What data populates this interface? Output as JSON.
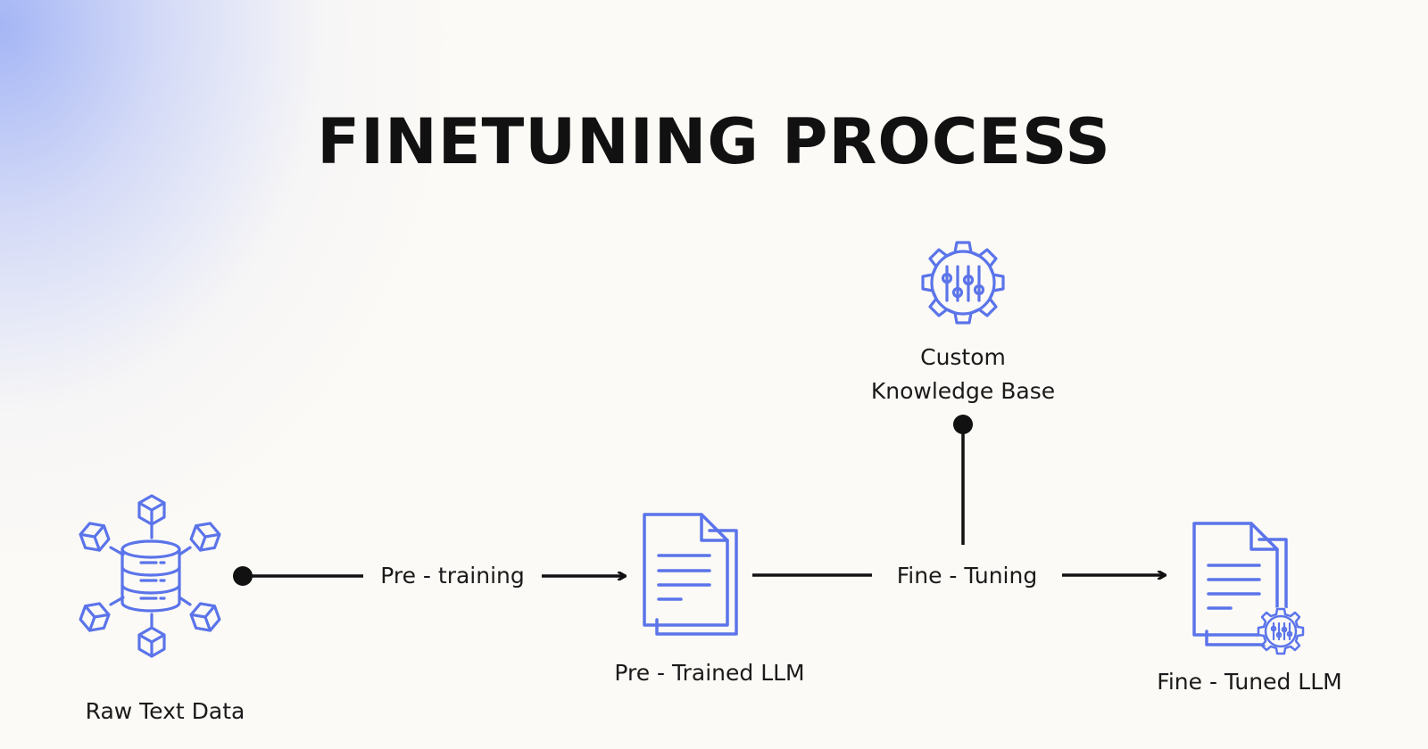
{
  "title": "FINETUNING PROCESS",
  "nodes": {
    "raw_text_data": {
      "label": "Raw Text Data",
      "icon": "database-network-icon"
    },
    "pre_trained_llm": {
      "label": "Pre - Trained LLM",
      "icon": "document-icon"
    },
    "custom_knowledge_base": {
      "label_line1": "Custom",
      "label_line2": "Knowledge Base",
      "icon": "settings-gear-sliders-icon"
    },
    "fine_tuned_llm": {
      "label": "Fine - Tuned LLM",
      "icon": "document-gear-icon"
    }
  },
  "edges": {
    "pre_training": {
      "label": "Pre - training"
    },
    "fine_tuning": {
      "label": "Fine - Tuning"
    }
  },
  "colors": {
    "icon_blue": "#5b74ea",
    "line": "#111111",
    "background": "#fcfaf6",
    "accent_gradient": "#a0b2f5"
  }
}
